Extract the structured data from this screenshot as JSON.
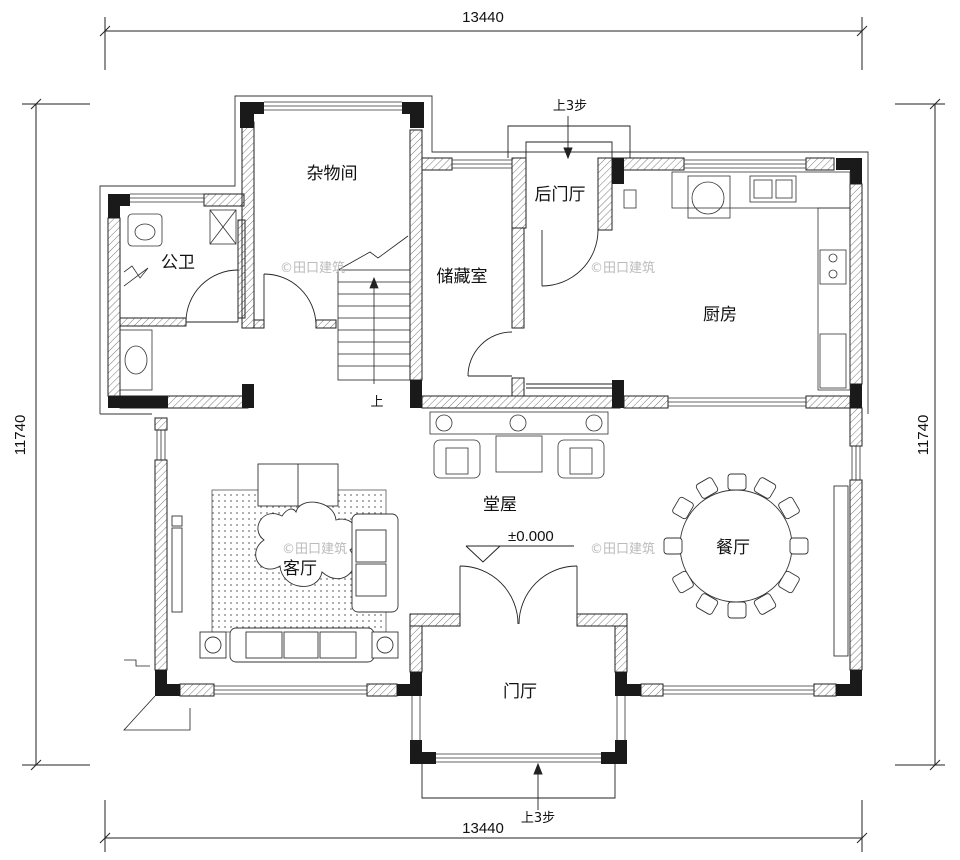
{
  "dimensions": {
    "top": "13440",
    "bottom": "13440",
    "left": "11740",
    "right": "11740"
  },
  "rooms": {
    "storage": "杂物间",
    "back_hall": "后门厅",
    "public_toilet": "公卫",
    "pantry": "储藏室",
    "kitchen": "厨房",
    "main_hall": "堂屋",
    "living_room": "客厅",
    "dining_room": "餐厅",
    "entrance_hall": "门厅"
  },
  "labels": {
    "back_steps": "上3步",
    "front_steps": "上3步",
    "stair_up": "上",
    "elevation": "±0.000"
  },
  "watermark": "©田口建筑",
  "colors": {
    "wall": "#1a1a1a",
    "line": "#222222",
    "hatch": "#555555"
  }
}
